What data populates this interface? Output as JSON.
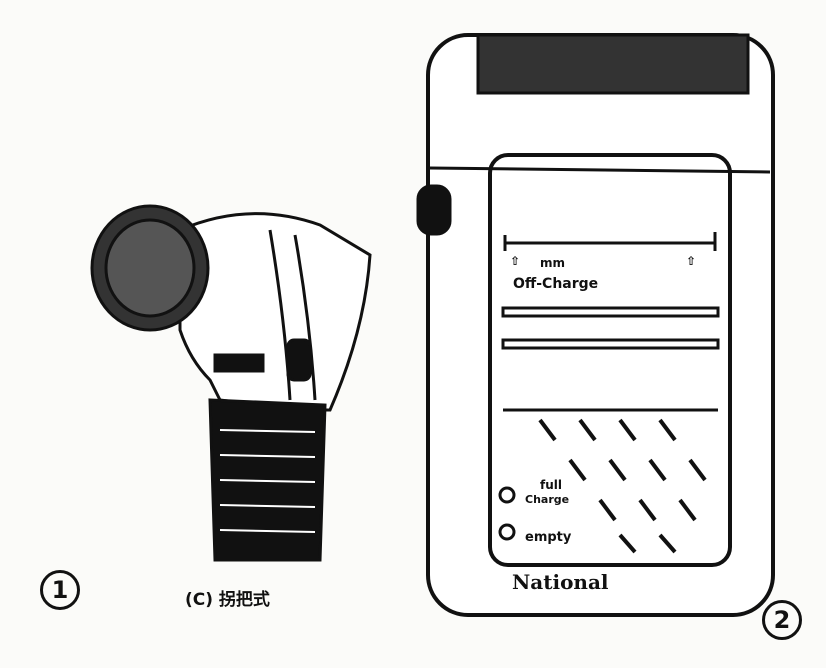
{
  "figure_1": {
    "number": "1",
    "caption": "(C) 拐把式"
  },
  "figure_2": {
    "number": "2",
    "scale_label": "mm",
    "mode_label": "Off-Charge",
    "indicator_full": "full",
    "indicator_charge": "Charge",
    "indicator_empty": "empty",
    "brand": "National"
  },
  "colors": {
    "ink": "#111111",
    "paper": "#fbfbf9"
  }
}
